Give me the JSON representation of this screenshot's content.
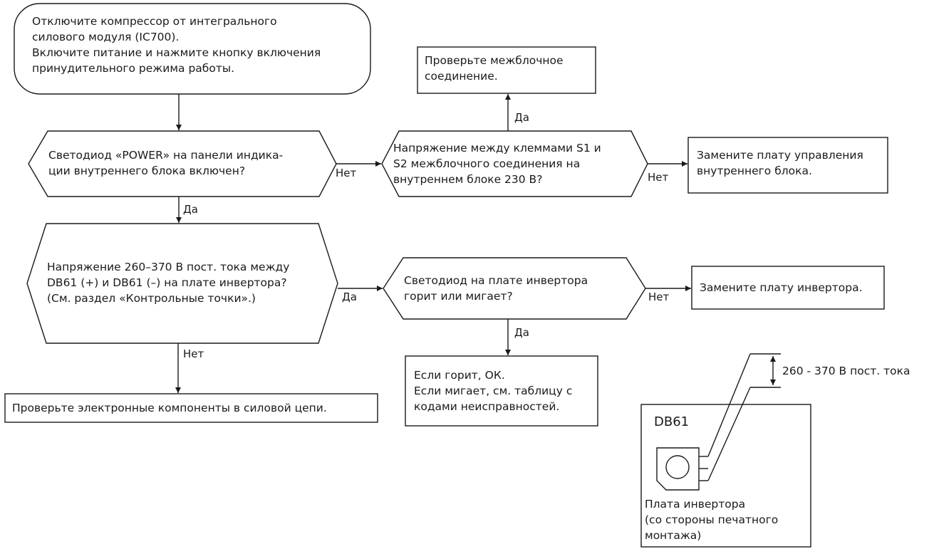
{
  "start": {
    "lines": [
      "Отключите компрессор от интегрального",
      "силового модуля (IC700).",
      "Включите питание и нажмите кнопку включения",
      "принудительного режима работы."
    ]
  },
  "q_power_led": {
    "lines": [
      "Светодиод «POWER» на панели индика-",
      "ции внутреннего блока включен?"
    ]
  },
  "q_voltage_s1s2": {
    "lines": [
      "Напряжение между клеммами S1 и",
      "S2 межблочного соединения на",
      "внутреннем блоке 230 В?"
    ]
  },
  "a_check_connection": {
    "lines": [
      "Проверьте межблочное",
      "соединение."
    ]
  },
  "a_replace_control_board": {
    "lines": [
      "Замените плату управления",
      "внутреннего блока."
    ]
  },
  "q_voltage_db61": {
    "lines": [
      "Напряжение 260–370 В пост. тока между",
      "DB61 (+) и DB61 (–)  на плате инвертора?",
      "(См. раздел «Контрольные точки».)"
    ]
  },
  "q_inverter_led": {
    "lines": [
      "Светодиод на плате инвертора",
      "горит или мигает?"
    ]
  },
  "a_replace_inverter_board": {
    "lines": [
      "Замените плату инвертора."
    ]
  },
  "a_if_lit": {
    "lines": [
      "Если горит, ОК.",
      "Если мигает, см. таблицу с",
      "кодами неисправностей."
    ]
  },
  "a_check_components": {
    "lines": [
      "Проверьте электронные компоненты в силовой цепи."
    ]
  },
  "labels": {
    "yes_1": "Да",
    "no_1": "Нет",
    "no_2": "Нет",
    "yes_2": "Да",
    "yes_3": "Да",
    "no_3": "Нет",
    "yes_4": "Да",
    "no_4": "Нет"
  },
  "inset": {
    "component": "DB61",
    "caption_lines": [
      "Плата инвертора",
      "(со стороны печатного",
      "монтажа)"
    ],
    "voltage": "260 - 370 В пост. тока"
  }
}
